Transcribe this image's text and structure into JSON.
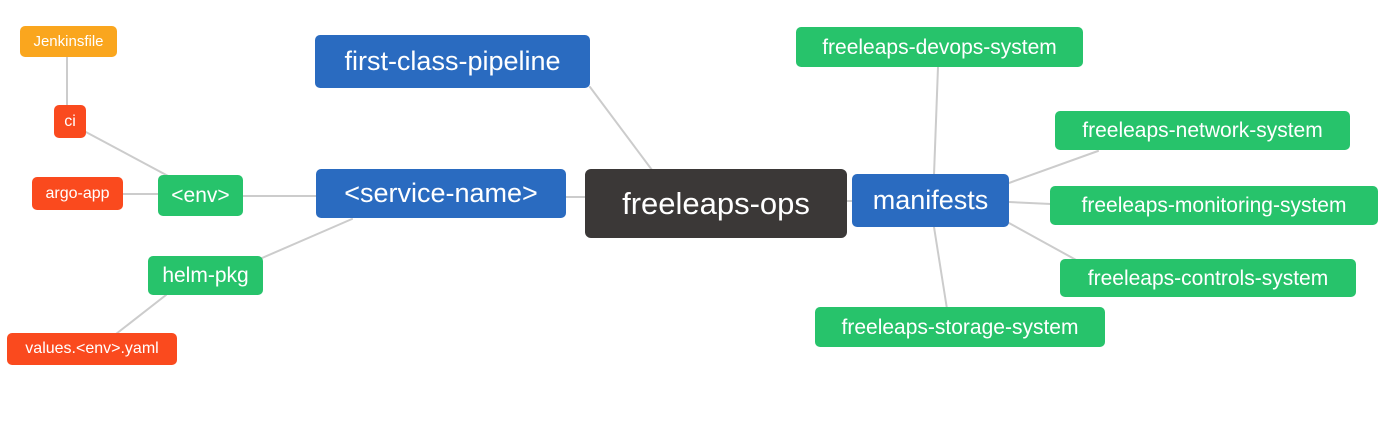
{
  "diagram": {
    "type": "mindmap",
    "root_label": "freeleaps-ops"
  },
  "colors": {
    "root": "#3b3837",
    "branch": "#2a6bc0",
    "leaf-green": "#27c36b",
    "leaf-red": "#fa4a1e",
    "leaf-orange": "#faa61e",
    "edge": "#cccccc",
    "text": "#ffffff",
    "background": "#ffffff"
  },
  "nodes": [
    {
      "id": "freeleaps-ops",
      "label": "freeleaps-ops",
      "level": "root"
    },
    {
      "id": "first-class-pipeline",
      "label": "first-class-pipeline",
      "level": "branch"
    },
    {
      "id": "service-name",
      "label": "<service-name>",
      "level": "branch"
    },
    {
      "id": "manifests",
      "label": "manifests",
      "level": "branch"
    },
    {
      "id": "env",
      "label": "<env>",
      "level": "green"
    },
    {
      "id": "helm-pkg",
      "label": "helm-pkg",
      "level": "green"
    },
    {
      "id": "devops-system",
      "label": "freeleaps-devops-system",
      "level": "green"
    },
    {
      "id": "network-system",
      "label": "freeleaps-network-system",
      "level": "green"
    },
    {
      "id": "monitoring-system",
      "label": "freeleaps-monitoring-system",
      "level": "green"
    },
    {
      "id": "controls-system",
      "label": "freeleaps-controls-system",
      "level": "green"
    },
    {
      "id": "storage-system",
      "label": "freeleaps-storage-system",
      "level": "green"
    },
    {
      "id": "ci",
      "label": "ci",
      "level": "red"
    },
    {
      "id": "argo-app",
      "label": "argo-app",
      "level": "red"
    },
    {
      "id": "values-env-yaml",
      "label": "values.<env>.yaml",
      "level": "red"
    },
    {
      "id": "jenkinsfile",
      "label": "Jenkinsfile",
      "level": "orange"
    }
  ],
  "edges": [
    {
      "from": "freeleaps-ops",
      "to": "first-class-pipeline"
    },
    {
      "from": "freeleaps-ops",
      "to": "service-name"
    },
    {
      "from": "freeleaps-ops",
      "to": "manifests"
    },
    {
      "from": "service-name",
      "to": "env"
    },
    {
      "from": "service-name",
      "to": "helm-pkg"
    },
    {
      "from": "env",
      "to": "ci"
    },
    {
      "from": "env",
      "to": "argo-app"
    },
    {
      "from": "ci",
      "to": "jenkinsfile"
    },
    {
      "from": "helm-pkg",
      "to": "values-env-yaml"
    },
    {
      "from": "manifests",
      "to": "devops-system"
    },
    {
      "from": "manifests",
      "to": "network-system"
    },
    {
      "from": "manifests",
      "to": "monitoring-system"
    },
    {
      "from": "manifests",
      "to": "controls-system"
    },
    {
      "from": "manifests",
      "to": "storage-system"
    }
  ]
}
